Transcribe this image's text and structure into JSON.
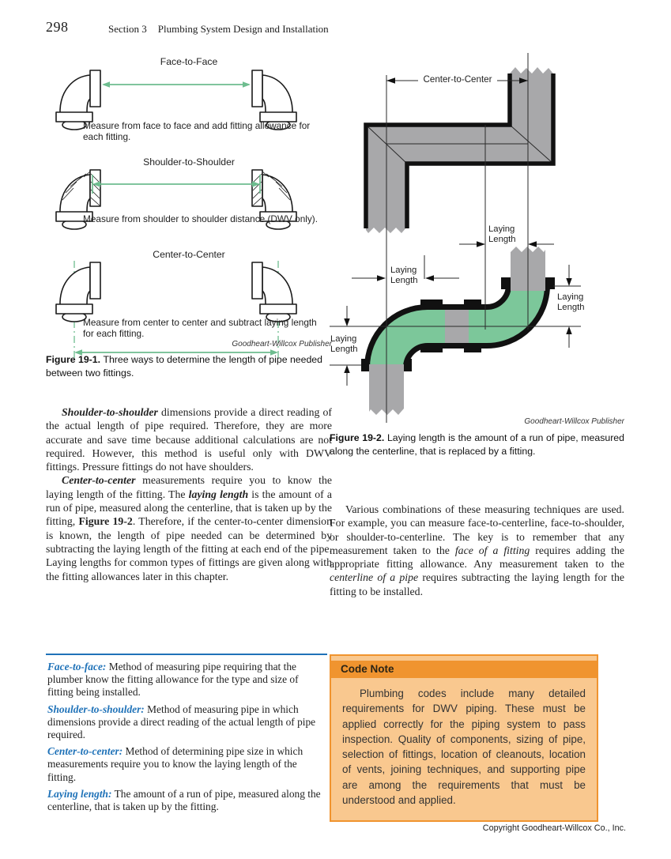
{
  "header": {
    "page_number": "298",
    "section": "Section 3",
    "title": "Plumbing System Design and Installation"
  },
  "colors": {
    "arrow_green": "#6ebd8f",
    "pipe_green": "#7cc79a",
    "pipe_gray": "#a8a8aa",
    "term_blue": "#1f72b8",
    "note_orange": "#f0942f",
    "note_bg": "#f9c88f"
  },
  "figure1": {
    "diagrams": [
      {
        "title": "Face-to-Face",
        "caption": "Measure from face to face and add fitting allowance for each fitting."
      },
      {
        "title": "Shoulder-to-Shoulder",
        "caption": "Measure from shoulder to shoulder distance (DWV only)."
      },
      {
        "title": "Center-to-Center",
        "caption": "Measure from center to center and subtract laying length for each fitting."
      }
    ],
    "credit": "Goodheart-Willcox Publisher",
    "caption_runs": [
      {
        "t": "Figure 19-1. ",
        "s": "b"
      },
      {
        "t": "Three ways to determine the length of pipe needed between two fittings."
      }
    ]
  },
  "body": {
    "p1_runs": [
      {
        "t": "Shoulder-to-shoulder",
        "s": "bi"
      },
      {
        "t": " dimensions provide a direct reading of the actual length of pipe required. Therefore, they are more accurate and save time because additional calculations are not required. However, this method is useful only with DWV fittings. Pressure fittings do not have shoulders."
      }
    ],
    "p2_runs": [
      {
        "t": "Center-to-center",
        "s": "bi"
      },
      {
        "t": " measurements require you to know the laying length of the fitting. The "
      },
      {
        "t": "laying length",
        "s": "bi"
      },
      {
        "t": " is the amount of a run of pipe, measured along the centerline, that is taken up by the fitting, "
      },
      {
        "t": "Figure 19-2",
        "s": "b"
      },
      {
        "t": ". Therefore, if the center-to-center dimension is known, the length of pipe needed can be determined by subtracting the laying length of the fitting at each end of the pipe. Laying lengths for common types of fittings are given along with the fitting allowances later in this chapter."
      }
    ],
    "p3_runs": [
      {
        "t": "Various combinations of these measuring techniques are used. For example, you can measure face-to-centerline, face-to-shoulder, or shoulder-to-centerline. The key is to remember that any measurement taken to the "
      },
      {
        "t": "face of a fitting",
        "s": "i"
      },
      {
        "t": " requires adding the appropriate fitting allowance. Any measurement taken to the "
      },
      {
        "t": "centerline of a pipe",
        "s": "i"
      },
      {
        "t": " requires subtracting the laying length for the fitting to be installed."
      }
    ]
  },
  "figure2": {
    "dim_label": "Center-to-Center",
    "laying_label": "Laying Length",
    "credit": "Goodheart-Willcox Publisher",
    "caption_runs": [
      {
        "t": "Figure 19-2. ",
        "s": "b"
      },
      {
        "t": "Laying length is the amount of a run of pipe, measured along the centerline, that is replaced by a fitting."
      }
    ]
  },
  "definitions": [
    {
      "runs": [
        {
          "t": "Face-to-face:",
          "s": "term"
        },
        {
          "t": " Method of measuring pipe requiring that the plumber know the fitting allowance for the type and size of fitting being installed."
        }
      ]
    },
    {
      "runs": [
        {
          "t": "Shoulder-to-shoulder:",
          "s": "term"
        },
        {
          "t": " Method of measuring pipe in which dimensions provide a direct reading of the actual length of pipe required."
        }
      ]
    },
    {
      "runs": [
        {
          "t": "Center-to-center:",
          "s": "term"
        },
        {
          "t": " Method of determining pipe size in which measurements require you to know the laying length of the fitting."
        }
      ]
    },
    {
      "runs": [
        {
          "t": "Laying length:",
          "s": "term"
        },
        {
          "t": " The amount of a run of pipe, measured along the centerline, that is taken up by the fitting."
        }
      ]
    }
  ],
  "code_note": {
    "title": "Code Note",
    "body": "Plumbing codes include many detailed requirements for DWV piping. These must be applied correctly for the piping system to pass inspection. Quality of components, sizing of pipe, selection of fittings, location of cleanouts, location of vents, joining techniques, and supporting pipe are among the requirements that must be understood and applied."
  },
  "footer": {
    "copyright": "Copyright Goodheart-Willcox Co., Inc."
  }
}
